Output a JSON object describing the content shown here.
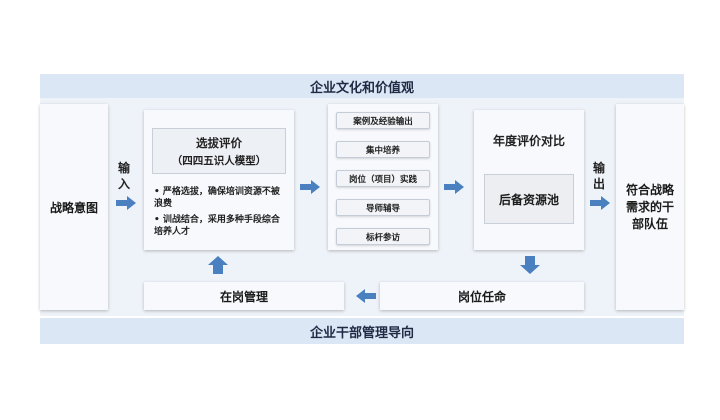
{
  "top_band": "企业文化和价值观",
  "bottom_band": "企业干部管理导向",
  "left_label": "战略意图",
  "input_label": "输入",
  "output_label": "输出",
  "right_label": "符合战略需求的干部队伍",
  "selection": {
    "title": "选拔评价",
    "subtitle": "（四四五识人模型）",
    "bullets": [
      "• 严格选拔，确保培训资源不被浪费",
      "• 训战结合，采用多种手段综合培养人才"
    ]
  },
  "training_items": [
    "案例及经验输出",
    "集中培养",
    "岗位（项目）实践",
    "导师辅导",
    "标杆参访"
  ],
  "evaluation": {
    "title": "年度评价对比",
    "pool": "后备资源池"
  },
  "appointment": "岗位任命",
  "on_job": "在岗管理",
  "colors": {
    "band": "#dbe7f5",
    "arrow": "#4a7fc0"
  }
}
